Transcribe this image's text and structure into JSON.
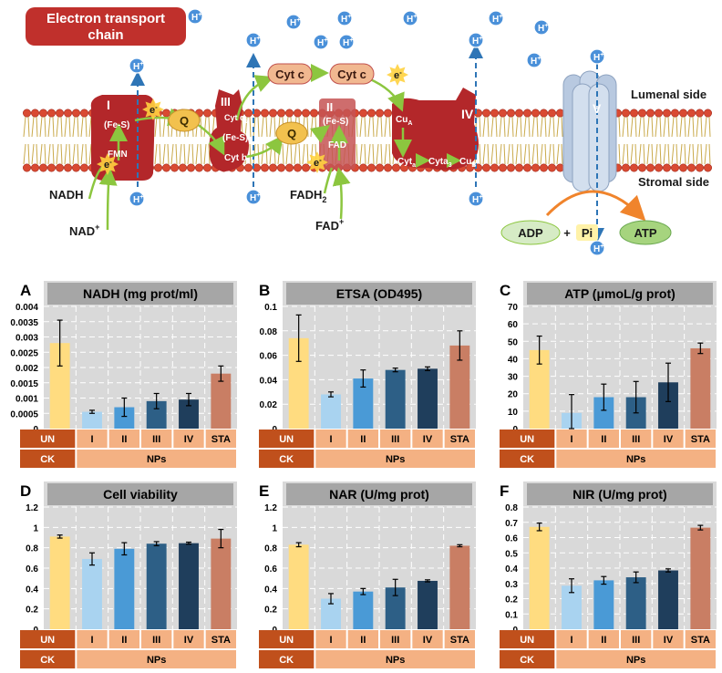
{
  "diagram": {
    "title_line1": "Electron transport",
    "title_line2": "chain",
    "proton": "H",
    "proton_charge": "+",
    "electron": "e",
    "electron_charge": "-",
    "complex_labels": [
      "I",
      "III",
      "II",
      "IV",
      "V"
    ],
    "fes": "(Fe-S)",
    "fmn": "FMN",
    "fad": "FAD",
    "cyt_b": "Cyt b",
    "cyt_c1": "Cyt c",
    "cyt_c1_sub": "1",
    "quinone": "Q",
    "cyt_c": "Cyt c",
    "cu_a": "Cu",
    "cu_a_sub": "A",
    "cyta": "Cyt",
    "cyta_sub": "a",
    "cyta3": "Cyta",
    "cyta3_sub": "3",
    "cu_b": "Cu",
    "cu_b_sub": "B",
    "nadh": "NADH",
    "nad": "NAD",
    "nad_charge": "+",
    "fadh2": "FADH",
    "fadh2_sub": "2",
    "fad_plus": "FAD",
    "fad_plus_charge": "+",
    "adp": "ADP",
    "plus": "+",
    "pi": "Pi",
    "atp": "ATP",
    "lumenal": "Lumenal side",
    "stromal": "Stromal side"
  },
  "colors": {
    "title_bg": "#c0302c",
    "complex": "#b3272a",
    "membrane_head": "#d94a32",
    "proton_fill": "#4a90d9",
    "arrow_green": "#8cc63f",
    "pill_fill": "#f1b890",
    "pill_stroke": "#c0504d",
    "atpase": "#b8c9e0",
    "orange_arrow": "#f0842c",
    "adp_fill": "#d6ebc5",
    "atp_fill": "#a6d47e",
    "pi_fill": "#fff2a8",
    "panel_bg": "#d9d9d9",
    "header_bg": "#a6a6a6",
    "un": "#ffdc80",
    "np1": "#a9d3f0",
    "np2": "#4a9ad6",
    "np3": "#2d5f86",
    "np4": "#1f3e5c",
    "sta": "#c97e64",
    "un_label_bg": "#c0501c",
    "cat_label_bg": "#f4b183"
  },
  "chart_data": [
    {
      "type": "bar",
      "letter": "A",
      "title": "NADH (mg prot/ml)",
      "categories": [
        "UN",
        "I",
        "II",
        "III",
        "IV",
        "STA"
      ],
      "values": [
        0.0028,
        0.00055,
        0.0007,
        0.0009,
        0.00095,
        0.0018
      ],
      "errors": [
        0.00075,
        5e-05,
        0.0003,
        0.00025,
        0.0002,
        0.00025
      ],
      "ylim": [
        0,
        0.004
      ],
      "yticks": [
        "0",
        "0.0005",
        "0.001",
        "0.0015",
        "0.002",
        "0.0025",
        "0.003",
        "0.0035",
        "0.004"
      ],
      "group_labels": [
        "CK",
        "NPs"
      ]
    },
    {
      "type": "bar",
      "letter": "B",
      "title": "ETSA (OD495)",
      "categories": [
        "UN",
        "I",
        "II",
        "III",
        "IV",
        "STA"
      ],
      "values": [
        0.074,
        0.028,
        0.041,
        0.048,
        0.049,
        0.068
      ],
      "errors": [
        0.019,
        0.002,
        0.007,
        0.0015,
        0.0015,
        0.012
      ],
      "ylim": [
        0,
        0.1
      ],
      "yticks": [
        "0",
        "0.02",
        "0.04",
        "0.06",
        "0.08",
        "0.1"
      ],
      "group_labels": [
        "CK",
        "NPs"
      ]
    },
    {
      "type": "bar",
      "letter": "C",
      "title": "ATP (μmoL/g prot)",
      "categories": [
        "UN",
        "I",
        "II",
        "III",
        "IV",
        "STA"
      ],
      "values": [
        45,
        9,
        18,
        18,
        26.5,
        46
      ],
      "errors": [
        8,
        10.5,
        7.5,
        9,
        11,
        3
      ],
      "ylim": [
        0,
        70
      ],
      "yticks": [
        "0",
        "10",
        "20",
        "30",
        "40",
        "50",
        "60",
        "70"
      ],
      "group_labels": [
        "CK",
        "NPs"
      ]
    },
    {
      "type": "bar",
      "letter": "D",
      "title": "Cell viability",
      "categories": [
        "UN",
        "I",
        "II",
        "III",
        "IV",
        "STA"
      ],
      "values": [
        0.91,
        0.69,
        0.79,
        0.84,
        0.845,
        0.89
      ],
      "errors": [
        0.015,
        0.06,
        0.06,
        0.02,
        0.01,
        0.09
      ],
      "ylim": [
        0,
        1.2
      ],
      "yticks": [
        "0",
        "0.2",
        "0.4",
        "0.6",
        "0.8",
        "1",
        "1.2"
      ],
      "group_labels": [
        "CK",
        "NPs"
      ]
    },
    {
      "type": "bar",
      "letter": "E",
      "title": "NAR (U/mg prot)",
      "categories": [
        "UN",
        "I",
        "II",
        "III",
        "IV",
        "STA"
      ],
      "values": [
        0.83,
        0.3,
        0.37,
        0.41,
        0.475,
        0.82
      ],
      "errors": [
        0.02,
        0.05,
        0.03,
        0.08,
        0.01,
        0.01
      ],
      "ylim": [
        0,
        1.2
      ],
      "yticks": [
        "0",
        "0.2",
        "0.4",
        "0.6",
        "0.8",
        "1",
        "1.2"
      ],
      "group_labels": [
        "CK",
        "NPs"
      ]
    },
    {
      "type": "bar",
      "letter": "F",
      "title": "NIR (U/mg prot)",
      "categories": [
        "UN",
        "I",
        "II",
        "III",
        "IV",
        "STA"
      ],
      "values": [
        0.67,
        0.285,
        0.32,
        0.34,
        0.385,
        0.665
      ],
      "errors": [
        0.025,
        0.045,
        0.025,
        0.035,
        0.01,
        0.015
      ],
      "ylim": [
        0,
        0.8
      ],
      "yticks": [
        "0",
        "0.1",
        "0.2",
        "0.3",
        "0.4",
        "0.5",
        "0.6",
        "0.7",
        "0.8"
      ],
      "group_labels": [
        "CK",
        "NPs"
      ]
    }
  ]
}
